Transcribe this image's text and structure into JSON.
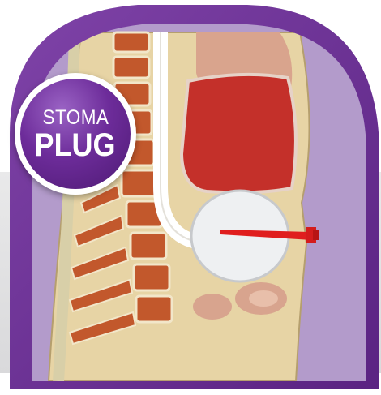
{
  "badge": {
    "line1": "STOMA",
    "line2": "PLUG"
  },
  "colors": {
    "frame_purple": "#6b2d94",
    "badge_purple": "#6d2c9a",
    "inner_lavender": "#b39bcb",
    "tissue_beige": "#e7d4a5",
    "spine_orange": "#c2582c",
    "stomach_red": "#c4302a",
    "plug_red": "#e01e1e"
  },
  "icons": [
    "anatomy-illustration",
    "stoma-plug-icon"
  ]
}
